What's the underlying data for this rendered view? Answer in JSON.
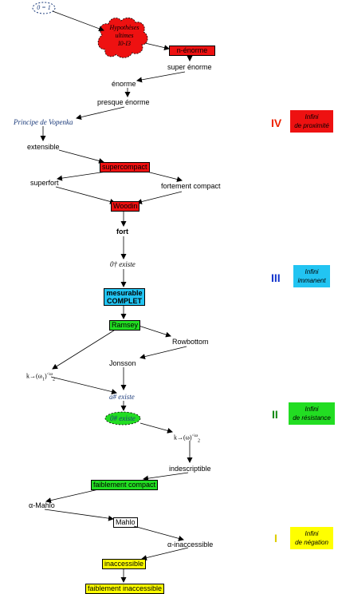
{
  "nodes": {
    "zero_equals_one": "0 = 1",
    "hypotheses_l1": "Hypothèses",
    "hypotheses_l2": "ultimes",
    "hypotheses_l3": "I0-I3",
    "n_enorme": "n-énorme",
    "super_enorme": "super énorme",
    "enorme": "énorme",
    "presque_enorme": "presque énorme",
    "principe_vopenka": "Principe de Vopenka",
    "extensible": "extensible",
    "supercompact": "supercompact",
    "superfort": "superfort",
    "fortement_compact": "fortement compact",
    "woodin": "Woodin",
    "fort": "fort",
    "zero_dagger": "0† existe",
    "mesurable_l1": "mesurable",
    "mesurable_l2": "COMPLET",
    "ramsey": "Ramsey",
    "rowbottom": "Rowbottom",
    "jonsson": "Jonsson",
    "erdos_left_base": "k→(ω",
    "erdos_left_sub": "1",
    "erdos_left_close": ")",
    "erdos_left_sup": "<ω",
    "erdos_left_sub2": "2",
    "a_sharp": "a# existe",
    "zero_sharp": "0# existe",
    "erdos_right_base": "k→(ω)",
    "erdos_right_sup": "<ω",
    "erdos_right_sub": "2",
    "indescriptible": "indescriptible",
    "faiblement_compact": "faiblement compact",
    "alpha_mahlo": "α-Mahlo",
    "mahlo": "Mahlo",
    "alpha_inaccessible": "α-inaccessible",
    "inaccessible": "inaccessible",
    "faiblement_inaccessible": "faiblement inaccessible"
  },
  "legend": [
    {
      "numeral": "IV",
      "line1": "Infini",
      "line2": "de proximité",
      "numeral_color": "#ee2200",
      "box_color": "#ee1111"
    },
    {
      "numeral": "III",
      "line1": "Infini",
      "line2": "immanent",
      "numeral_color": "#1133cc",
      "box_color": "#22c4f2"
    },
    {
      "numeral": "II",
      "line1": "Infini",
      "line2": "de résistance",
      "numeral_color": "#118811",
      "box_color": "#22dd22"
    },
    {
      "numeral": "I",
      "line1": "Infini",
      "line2": "de négation",
      "numeral_color": "#ddcc00",
      "box_color": "#ffff00"
    }
  ],
  "colors": {
    "red": "#ee1111",
    "cyan": "#22c4f2",
    "green": "#22dd22",
    "yellow": "#ffff00",
    "blue_text": "#1a3a7a"
  }
}
